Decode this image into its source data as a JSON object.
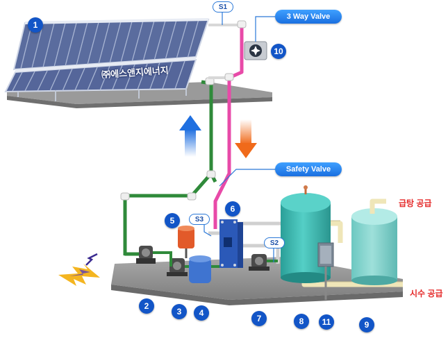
{
  "brand_text": "㈜에스앤지에너지",
  "labels": {
    "three_way_valve": "3 Way Valve",
    "safety_valve": "Safety Valve",
    "hot_water_supply": "급탕 공급",
    "city_water_supply": "시수 공급"
  },
  "sensors": [
    "S1",
    "S2",
    "S3"
  ],
  "badges": [
    "1",
    "2",
    "3",
    "4",
    "5",
    "6",
    "7",
    "8",
    "9",
    "10",
    "11"
  ],
  "colors": {
    "badge": "#1255c7",
    "pipe_green": "#2f8a3a",
    "pipe_pink": "#e84aa8",
    "pipe_cream": "#efe6b8",
    "tank_teal": "#3ab8b0",
    "arrow_up": "#1f6fe0",
    "arrow_down": "#f06a1a",
    "red_text": "#e52b2b"
  },
  "icons": [
    "up-arrow-icon",
    "down-arrow-icon",
    "lightning-icon",
    "fan-icon"
  ]
}
